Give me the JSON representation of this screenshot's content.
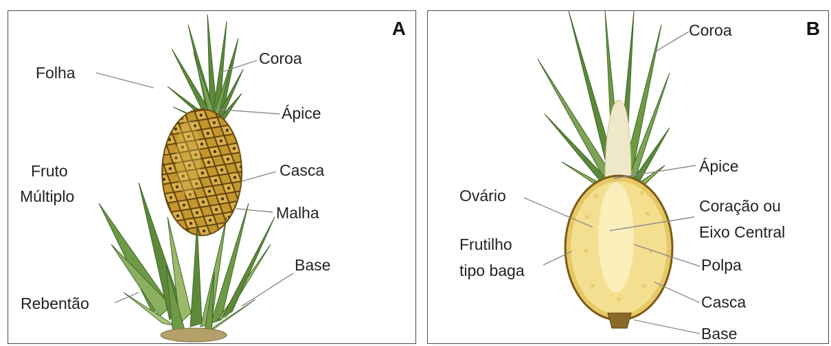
{
  "figure": {
    "panel_a": {
      "letter": "A",
      "labels": {
        "folha": "Folha",
        "coroa": "Coroa",
        "apice": "Ápice",
        "fruto_line1": "Fruto",
        "fruto_line2": "Múltiplo",
        "casca": "Casca",
        "malha": "Malha",
        "base": "Base",
        "rebentao": "Rebentão"
      }
    },
    "panel_b": {
      "letter": "B",
      "labels": {
        "coroa": "Coroa",
        "apice": "Ápice",
        "ovario": "Ovário",
        "coracao_line1": "Coração ou",
        "coracao_line2": "Eixo Central",
        "frutilho_line1": "Frutilho",
        "frutilho_line2": "tipo baga",
        "polpa": "Polpa",
        "casca": "Casca",
        "base": "Base"
      }
    },
    "colors": {
      "leaf": "#5d8a3a",
      "leaf_light": "#9bbb6a",
      "fruit_skin": "#b98a2a",
      "fruit_dark": "#6b4a12",
      "pulp": "#f3df8f",
      "core": "#fbf1c6",
      "leader_line": "#8a8a8a"
    }
  }
}
